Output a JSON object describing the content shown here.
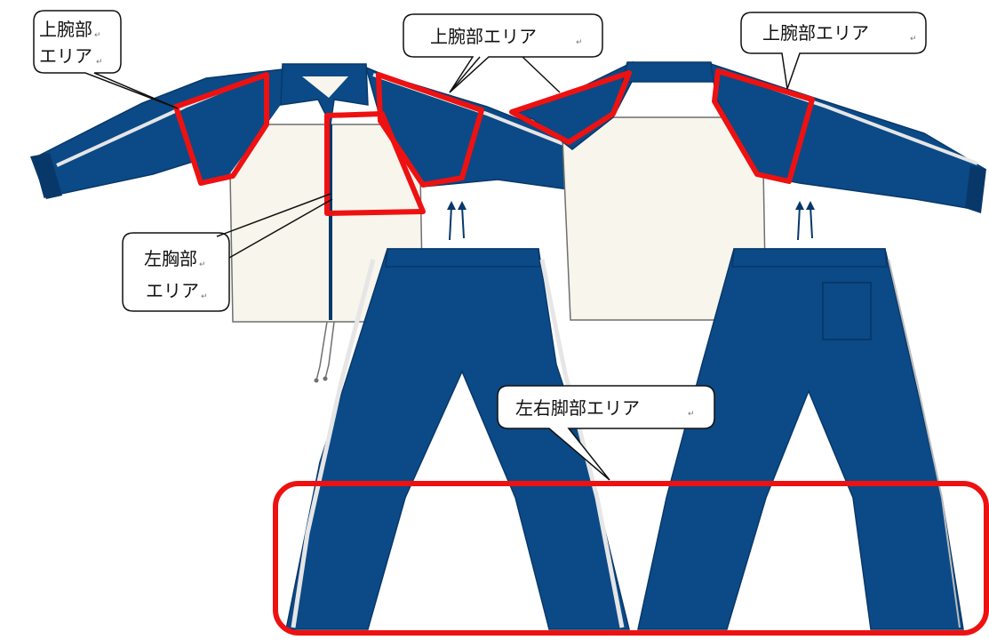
{
  "colors": {
    "navy": "#0b4a86",
    "navy_dark": "#08386a",
    "cream": "#f7f5ec",
    "outline": "#6f6f6f",
    "stripe": "#e6e6e6",
    "highlight": "#ee1111"
  },
  "callouts": {
    "upper_arm_left": {
      "line1": "上腕部",
      "line2": "エリア",
      "mark": "↵"
    },
    "upper_arm_middle": {
      "text": "上腕部エリア",
      "mark": "↵"
    },
    "upper_arm_right": {
      "text": "上腕部エリア",
      "mark": "↵"
    },
    "left_chest": {
      "line1": "左胸部",
      "line2": "エリア",
      "mark": "↵"
    },
    "legs": {
      "text": "左右脚部エリア",
      "mark": "↵"
    }
  }
}
